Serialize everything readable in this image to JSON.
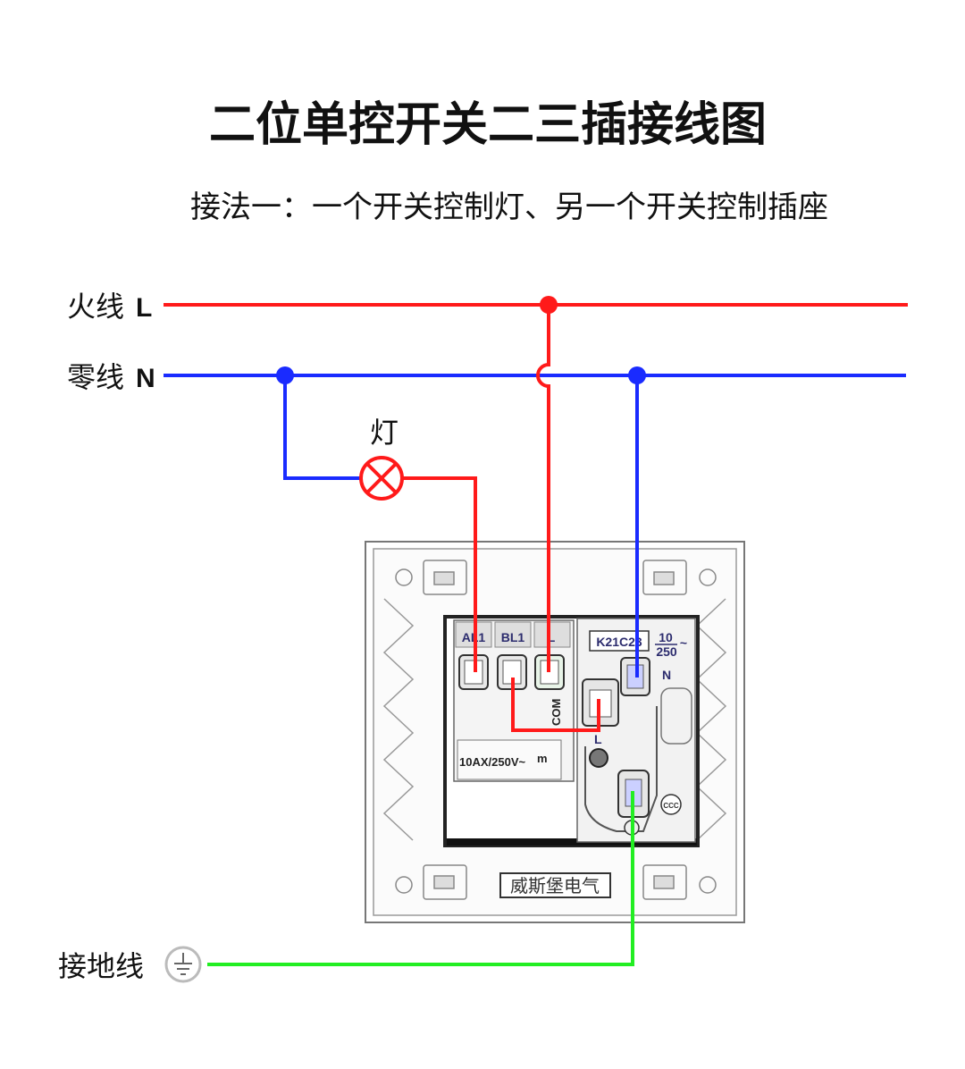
{
  "title": "二位单控开关二三插接线图",
  "subtitle": "接法一：一个开关控制灯、另一个开关控制插座",
  "wires": {
    "live": {
      "label": "火线",
      "letter": "L",
      "color": "#ff1a1a"
    },
    "neutral": {
      "label": "零线",
      "letter": "N",
      "color": "#1a2bff"
    },
    "ground": {
      "label": "接地线",
      "color": "#22ee22"
    }
  },
  "lamp": {
    "label": "灯"
  },
  "device": {
    "switch_terminals": [
      "AL1",
      "BL1",
      "L"
    ],
    "com_label": "COM",
    "switch_rating": "10AX/250V~",
    "switch_mark": "m",
    "socket_model": "K21C23",
    "socket_rating_top": "10",
    "socket_rating_bottom": "250",
    "socket_rating_suffix": "~",
    "socket_n_label": "N",
    "socket_l_label": "L",
    "brand": "威斯堡电气",
    "cert_mark": "CCC"
  }
}
